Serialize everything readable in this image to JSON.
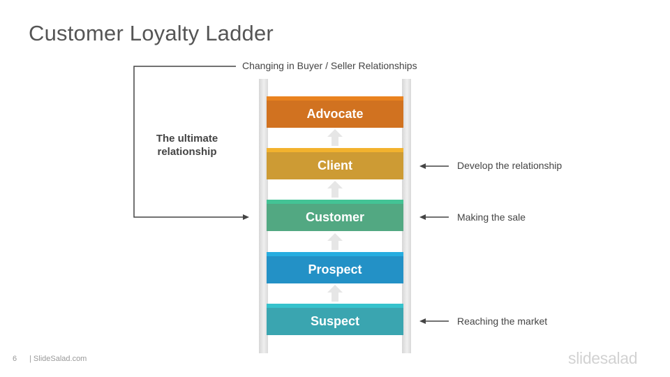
{
  "slide": {
    "title": "Customer Loyalty Ladder",
    "subtitle": "Changing in Buyer / Seller Relationships",
    "ultimate_line1": "The ultimate",
    "ultimate_line2": "relationship",
    "page_number": "6",
    "footer": "| SlideSalad.com",
    "brand": "slidesalad"
  },
  "steps": [
    {
      "label": "Advocate",
      "top_color": "#e9821f",
      "face_color": "#d17220"
    },
    {
      "label": "Client",
      "top_color": "#f2b22e",
      "face_color": "#cd9b34"
    },
    {
      "label": "Customer",
      "top_color": "#43c395",
      "face_color": "#52a882"
    },
    {
      "label": "Prospect",
      "top_color": "#26ade0",
      "face_color": "#2391c6"
    },
    {
      "label": "Suspect",
      "top_color": "#36c2cc",
      "face_color": "#3aa5b0"
    }
  ],
  "notes": {
    "client": "Develop the relationship",
    "customer": "Making the sale",
    "suspect": "Reaching the market"
  },
  "colors": {
    "text": "#444444",
    "title": "#555555",
    "rail": "#e0e0e0",
    "up_arrow": "#e6e6e6",
    "line": "#444444"
  }
}
